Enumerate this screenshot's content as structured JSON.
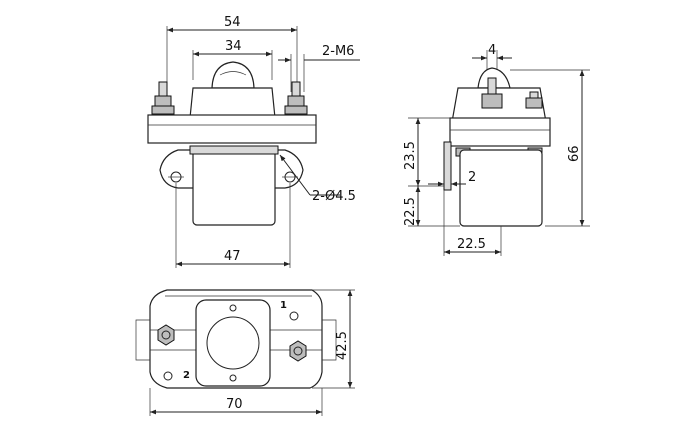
{
  "drawing": {
    "dimensions": {
      "front_width_top": "54",
      "front_stud_spacing": "34",
      "stud_thread": "2-M6",
      "front_body_width": "47",
      "mount_holes": "2-Ø4.5",
      "side_stud_width": "4",
      "side_total_height": "66",
      "side_upper_height": "23.5",
      "side_lower_height": "22.5",
      "side_bracket_thickness": "2",
      "side_body_width": "22.5",
      "bottom_width": "70",
      "bottom_depth": "42.5"
    },
    "terminal_marks": {
      "terminal_1": "1",
      "terminal_2": "2"
    }
  }
}
